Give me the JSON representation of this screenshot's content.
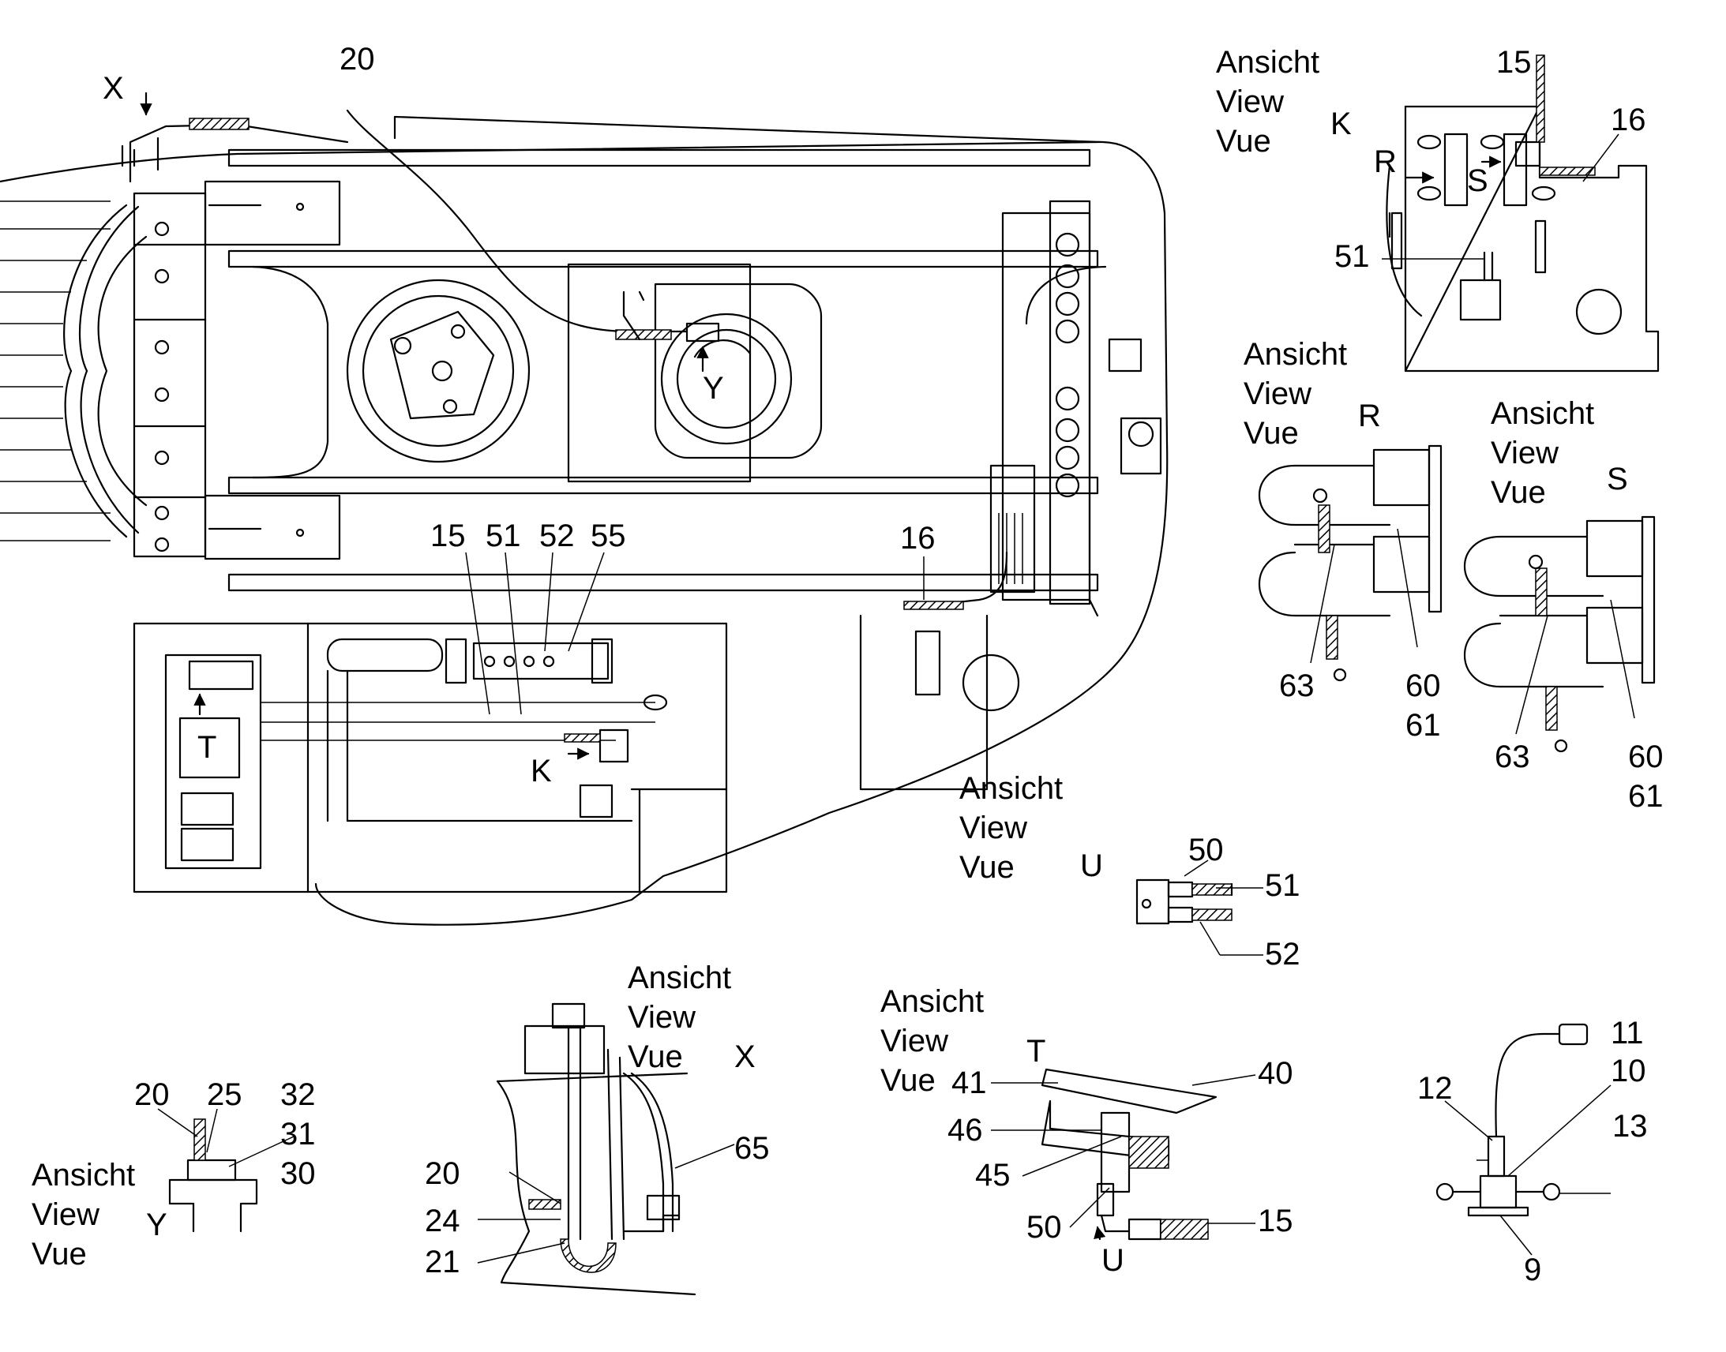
{
  "view_words": [
    "Ansicht",
    "View",
    "Vue"
  ],
  "views": {
    "K": "K",
    "R": "R",
    "S": "S",
    "U": "U",
    "T": "T",
    "X": "X",
    "Y": "Y"
  },
  "callouts": {
    "main": {
      "c20": "20",
      "c15": "15",
      "c51": "51",
      "c52": "52",
      "c55": "55",
      "c16": "16",
      "arrowX": "X",
      "arrowK": "K",
      "markT": "T",
      "markY": "Y"
    },
    "viewK": {
      "c15": "15",
      "c16": "16",
      "c51": "51",
      "arrowR": "R",
      "arrowS": "S"
    },
    "viewR": {
      "c63": "63",
      "c60": "60",
      "c61": "61"
    },
    "viewS": {
      "c63": "63",
      "c60": "60",
      "c61": "61"
    },
    "viewU": {
      "c50": "50",
      "c51": "51",
      "c52": "52"
    },
    "viewY": {
      "c20": "20",
      "c25": "25",
      "c32": "32",
      "c31": "31",
      "c30": "30"
    },
    "viewX": {
      "c20": "20",
      "c24": "24",
      "c21": "21",
      "c65": "65"
    },
    "viewT": {
      "c41": "41",
      "c40": "40",
      "c46": "46",
      "c45": "45",
      "c50": "50",
      "c15": "15",
      "arrowU": "U"
    },
    "sensor": {
      "c11": "11",
      "c10": "10",
      "c12": "12",
      "c13": "13",
      "c9": "9"
    }
  }
}
